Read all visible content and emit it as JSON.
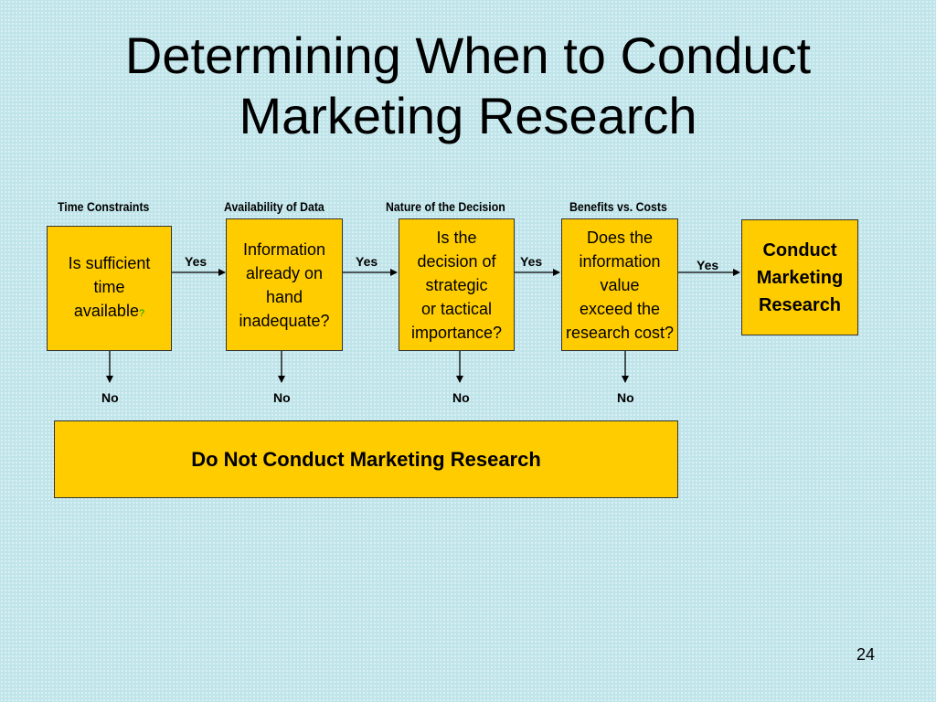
{
  "title": {
    "line1": "Determining When to Conduct",
    "line2": "Marketing Research"
  },
  "columns": [
    "Time Constraints",
    "Availability of Data",
    "Nature of the Decision",
    "Benefits vs. Costs"
  ],
  "decisions": [
    {
      "lines": [
        "Is sufficient",
        "time",
        "available"
      ],
      "trailing_mark": "?"
    },
    {
      "lines": [
        "Information",
        "already on",
        "hand",
        "inadequate?"
      ]
    },
    {
      "lines": [
        "Is the",
        "decision of",
        "strategic",
        "or tactical",
        "importance?"
      ]
    },
    {
      "lines": [
        "Does the",
        "information",
        "value",
        "exceed the",
        "research cost?"
      ]
    }
  ],
  "conduct_box": {
    "lines": [
      "Conduct",
      "Marketing",
      "Research"
    ]
  },
  "not_conduct_box": "Do Not Conduct Marketing Research",
  "yes_labels": [
    "Yes",
    "Yes",
    "Yes",
    "Yes"
  ],
  "no_labels": [
    "No",
    "No",
    "No",
    "No"
  ],
  "colors": {
    "background": "#bfe4ea",
    "box_fill": "#ffcc00",
    "question_mark": "#00a000"
  },
  "page_number": "24"
}
